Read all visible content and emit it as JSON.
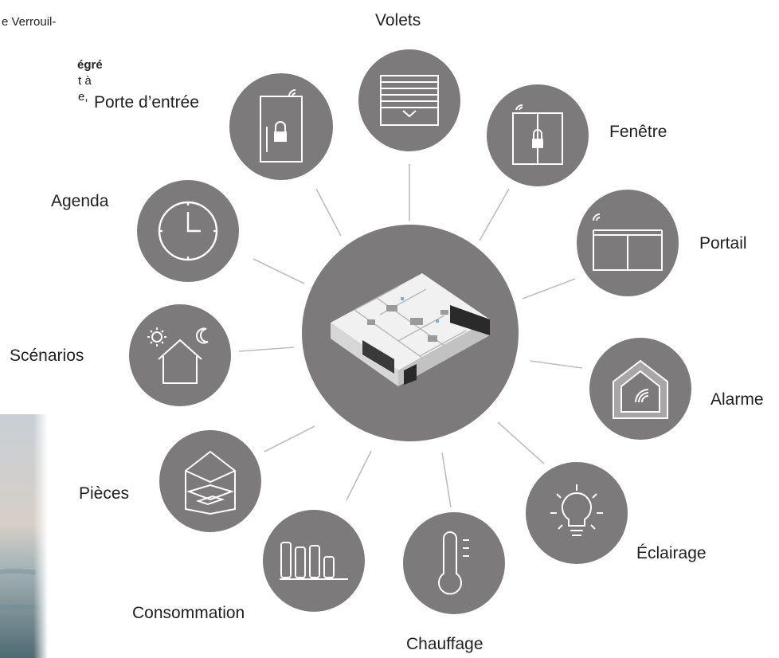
{
  "side_text": {
    "line1": "e Verrouil-",
    "line2": "égré",
    "line3": "t à",
    "line4": "e,"
  },
  "hub": {
    "icon": "house-3d-floorplan"
  },
  "features": [
    {
      "label": "Volets",
      "icon": "roller-shutter-icon"
    },
    {
      "label": "Fenêtre",
      "icon": "window-lock-icon"
    },
    {
      "label": "Portail",
      "icon": "gate-icon"
    },
    {
      "label": "Alarme",
      "icon": "alarm-house-icon"
    },
    {
      "label": "Éclairage",
      "icon": "lightbulb-icon"
    },
    {
      "label": "Chauffage",
      "icon": "thermometer-icon"
    },
    {
      "label": "Consommation",
      "icon": "bar-chart-icon"
    },
    {
      "label": "Pièces",
      "icon": "rooms-house-icon"
    },
    {
      "label": "Scénarios",
      "icon": "sun-moon-house-icon"
    },
    {
      "label": "Agenda",
      "icon": "clock-icon"
    },
    {
      "label": "Porte d’entrée",
      "icon": "door-lock-icon"
    }
  ],
  "colors": {
    "circle": "#7c7a7b",
    "icon_stroke": "#ffffff",
    "connector": "#bdbdbd",
    "label": "#1f1f1f"
  }
}
